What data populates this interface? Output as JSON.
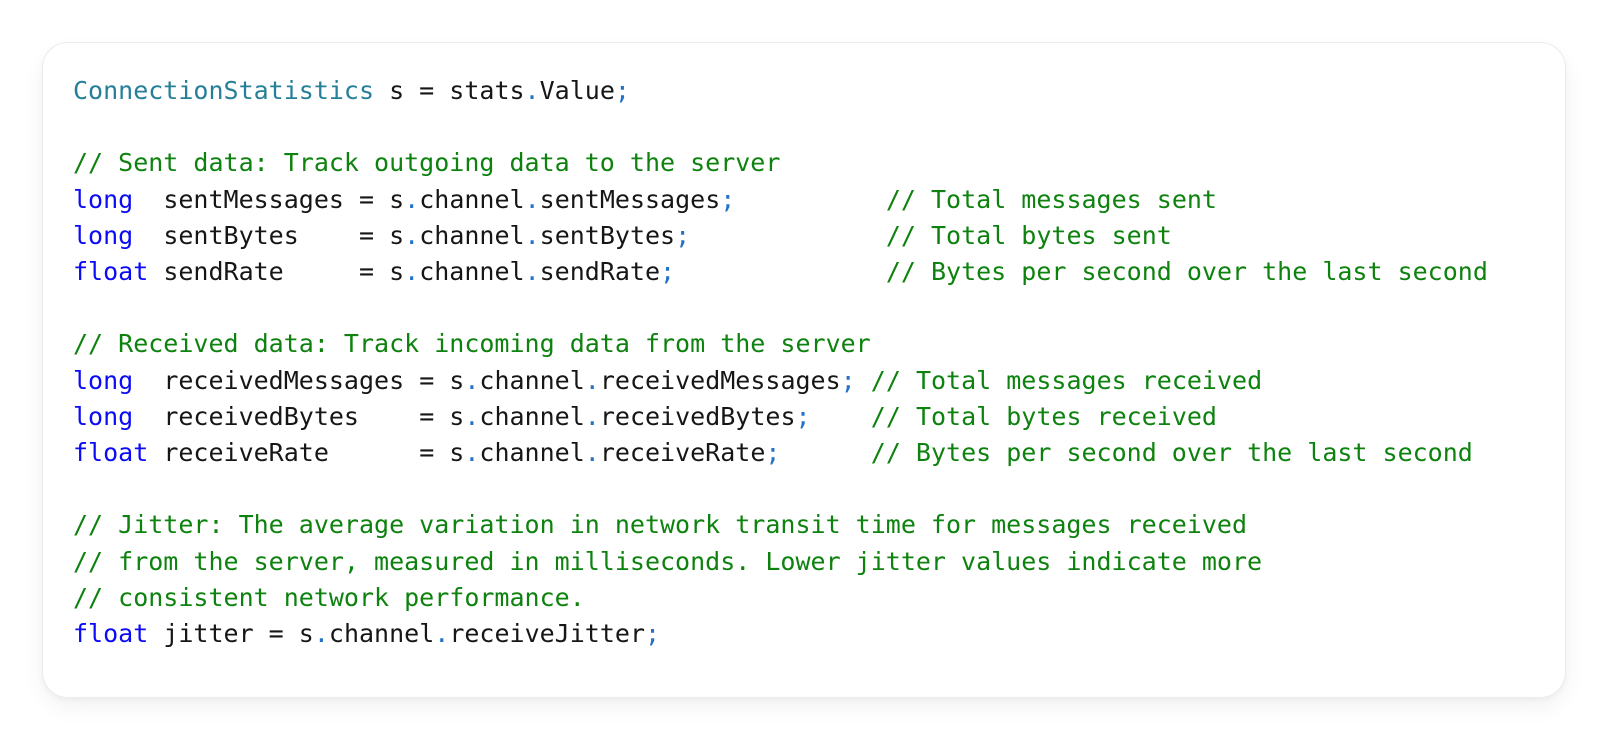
{
  "colors": {
    "background": "#ffffff",
    "card_background": "#ffffff",
    "card_border": "#ececec",
    "token_type": "#267f99",
    "token_keyword": "#0b0bf5",
    "token_punctuation": "#2472c8",
    "token_comment": "#0e820f",
    "token_default": "#161616"
  },
  "code": {
    "lines": [
      {
        "tokens": [
          {
            "t": "type",
            "v": "ConnectionStatistics"
          },
          {
            "t": "plain",
            "v": " s = stats"
          },
          {
            "t": "punct",
            "v": "."
          },
          {
            "t": "plain",
            "v": "Value"
          },
          {
            "t": "punct",
            "v": ";"
          }
        ]
      },
      {
        "tokens": []
      },
      {
        "tokens": [
          {
            "t": "comment",
            "v": "// Sent data: Track outgoing data to the server"
          }
        ]
      },
      {
        "tokens": [
          {
            "t": "kw",
            "v": "long"
          },
          {
            "t": "plain",
            "v": "  sentMessages = s"
          },
          {
            "t": "punct",
            "v": "."
          },
          {
            "t": "plain",
            "v": "channel"
          },
          {
            "t": "punct",
            "v": "."
          },
          {
            "t": "plain",
            "v": "sentMessages"
          },
          {
            "t": "punct",
            "v": ";"
          },
          {
            "t": "plain",
            "v": "          "
          },
          {
            "t": "comment",
            "v": "// Total messages sent"
          }
        ]
      },
      {
        "tokens": [
          {
            "t": "kw",
            "v": "long"
          },
          {
            "t": "plain",
            "v": "  sentBytes    = s"
          },
          {
            "t": "punct",
            "v": "."
          },
          {
            "t": "plain",
            "v": "channel"
          },
          {
            "t": "punct",
            "v": "."
          },
          {
            "t": "plain",
            "v": "sentBytes"
          },
          {
            "t": "punct",
            "v": ";"
          },
          {
            "t": "plain",
            "v": "             "
          },
          {
            "t": "comment",
            "v": "// Total bytes sent"
          }
        ]
      },
      {
        "tokens": [
          {
            "t": "kw",
            "v": "float"
          },
          {
            "t": "plain",
            "v": " sendRate     = s"
          },
          {
            "t": "punct",
            "v": "."
          },
          {
            "t": "plain",
            "v": "channel"
          },
          {
            "t": "punct",
            "v": "."
          },
          {
            "t": "plain",
            "v": "sendRate"
          },
          {
            "t": "punct",
            "v": ";"
          },
          {
            "t": "plain",
            "v": "              "
          },
          {
            "t": "comment",
            "v": "// Bytes per second over the last second"
          }
        ]
      },
      {
        "tokens": []
      },
      {
        "tokens": [
          {
            "t": "comment",
            "v": "// Received data: Track incoming data from the server"
          }
        ]
      },
      {
        "tokens": [
          {
            "t": "kw",
            "v": "long"
          },
          {
            "t": "plain",
            "v": "  receivedMessages = s"
          },
          {
            "t": "punct",
            "v": "."
          },
          {
            "t": "plain",
            "v": "channel"
          },
          {
            "t": "punct",
            "v": "."
          },
          {
            "t": "plain",
            "v": "receivedMessages"
          },
          {
            "t": "punct",
            "v": ";"
          },
          {
            "t": "plain",
            "v": " "
          },
          {
            "t": "comment",
            "v": "// Total messages received"
          }
        ]
      },
      {
        "tokens": [
          {
            "t": "kw",
            "v": "long"
          },
          {
            "t": "plain",
            "v": "  receivedBytes    = s"
          },
          {
            "t": "punct",
            "v": "."
          },
          {
            "t": "plain",
            "v": "channel"
          },
          {
            "t": "punct",
            "v": "."
          },
          {
            "t": "plain",
            "v": "receivedBytes"
          },
          {
            "t": "punct",
            "v": ";"
          },
          {
            "t": "plain",
            "v": "    "
          },
          {
            "t": "comment",
            "v": "// Total bytes received"
          }
        ]
      },
      {
        "tokens": [
          {
            "t": "kw",
            "v": "float"
          },
          {
            "t": "plain",
            "v": " receiveRate      = s"
          },
          {
            "t": "punct",
            "v": "."
          },
          {
            "t": "plain",
            "v": "channel"
          },
          {
            "t": "punct",
            "v": "."
          },
          {
            "t": "plain",
            "v": "receiveRate"
          },
          {
            "t": "punct",
            "v": ";"
          },
          {
            "t": "plain",
            "v": "      "
          },
          {
            "t": "comment",
            "v": "// Bytes per second over the last second"
          }
        ]
      },
      {
        "tokens": []
      },
      {
        "tokens": [
          {
            "t": "comment",
            "v": "// Jitter: The average variation in network transit time for messages received"
          }
        ]
      },
      {
        "tokens": [
          {
            "t": "comment",
            "v": "// from the server, measured in milliseconds. Lower jitter values indicate more"
          }
        ]
      },
      {
        "tokens": [
          {
            "t": "comment",
            "v": "// consistent network performance."
          }
        ]
      },
      {
        "tokens": [
          {
            "t": "kw",
            "v": "float"
          },
          {
            "t": "plain",
            "v": " jitter = s"
          },
          {
            "t": "punct",
            "v": "."
          },
          {
            "t": "plain",
            "v": "channel"
          },
          {
            "t": "punct",
            "v": "."
          },
          {
            "t": "plain",
            "v": "receiveJitter"
          },
          {
            "t": "punct",
            "v": ";"
          }
        ]
      }
    ]
  }
}
